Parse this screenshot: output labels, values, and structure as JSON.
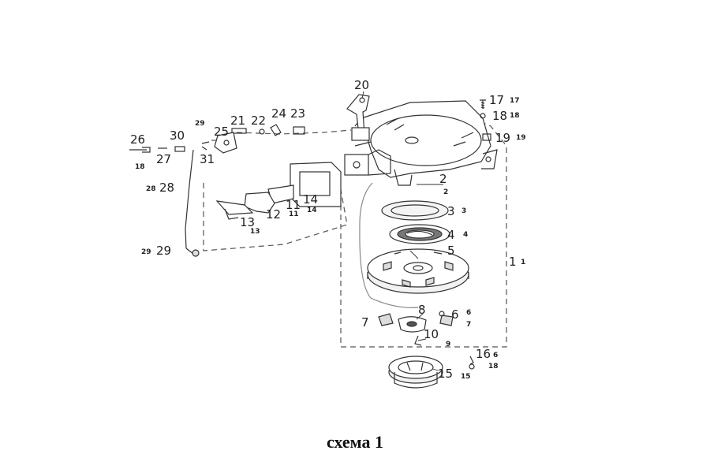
{
  "caption": "схема 1",
  "labels": {
    "n1": "1",
    "n1s": "1",
    "n2": "2",
    "n2s": "2",
    "n3": "3",
    "n3s": "3",
    "n4": "4",
    "n4s": "4",
    "n5": "5",
    "n6": "6",
    "n6s": "6",
    "n7a": "7",
    "n7s": "7",
    "n8": "8",
    "n9s": "9",
    "n10": "10",
    "n11": "11",
    "n11s": "11",
    "n12": "12",
    "n13": "13",
    "n13s": "13",
    "n14": "14",
    "n14s": "14",
    "n15": "15",
    "n15s": "15",
    "n16": "16",
    "n16s": "6",
    "n17": "17",
    "n17s": "17",
    "n18a": "18",
    "n18as": "18",
    "n18b": "18",
    "n18c": "18",
    "n19": "19",
    "n19s": "19",
    "n20": "20",
    "n21": "21",
    "n22": "22",
    "n23": "23",
    "n24": "24",
    "n25": "25",
    "n26": "26",
    "n27": "27",
    "n28": "28",
    "n28s": "28",
    "n29": "29",
    "n29s": "29",
    "n29t": "29",
    "n30": "30",
    "n31": "31"
  }
}
